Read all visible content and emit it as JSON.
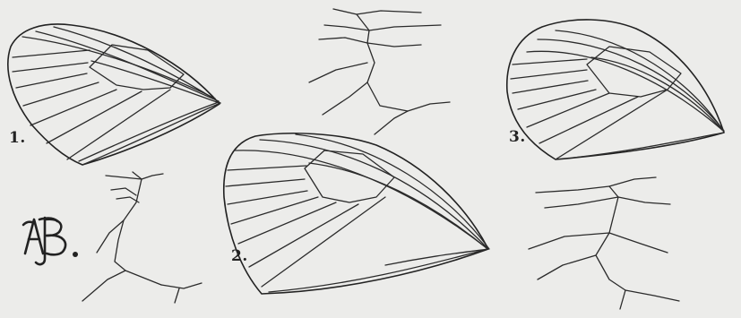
{
  "plate": {
    "background": "#ececea",
    "ink": "#222222",
    "figures": [
      {
        "label": "1."
      },
      {
        "label": "2."
      },
      {
        "label": "3."
      }
    ],
    "monogram": {
      "text": "AB."
    }
  }
}
